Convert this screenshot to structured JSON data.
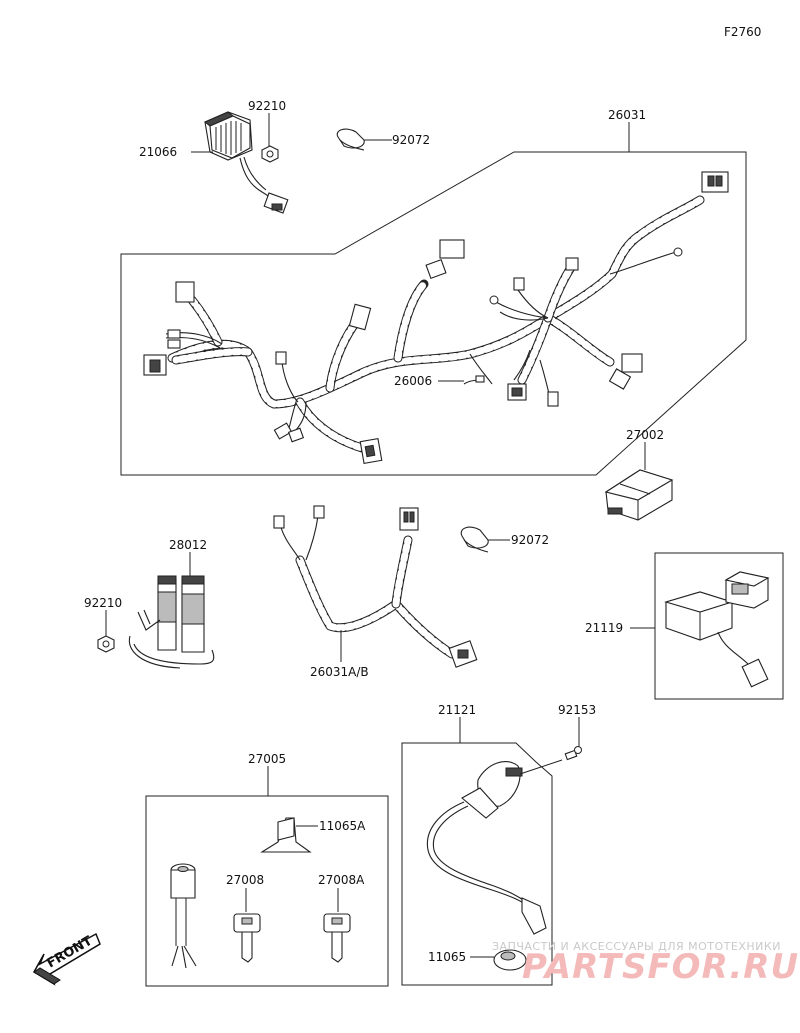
{
  "figure_code": "F2760",
  "part_labels": {
    "p21066": "21066",
    "p92210_top": "92210",
    "p92072_top": "92072",
    "p26031": "26031",
    "p26006": "26006",
    "p27002": "27002",
    "p28012": "28012",
    "p92210_left": "92210",
    "p92072_mid": "92072",
    "p26031ab": "26031A/B",
    "p21119": "21119",
    "p21121": "21121",
    "p92153": "92153",
    "p27005": "27005",
    "p11065a": "11065A",
    "p27008": "27008",
    "p27008a": "27008A",
    "p11065": "11065"
  },
  "front_arrow": {
    "label": "FRONT"
  },
  "watermark": {
    "caption": "ЗАПЧАСТИ И АКСЕССУАРЫ ДЛЯ МОТОТЕХНИКИ",
    "logo": "PARTSFOR.RU",
    "color": "#f4b9b9"
  }
}
